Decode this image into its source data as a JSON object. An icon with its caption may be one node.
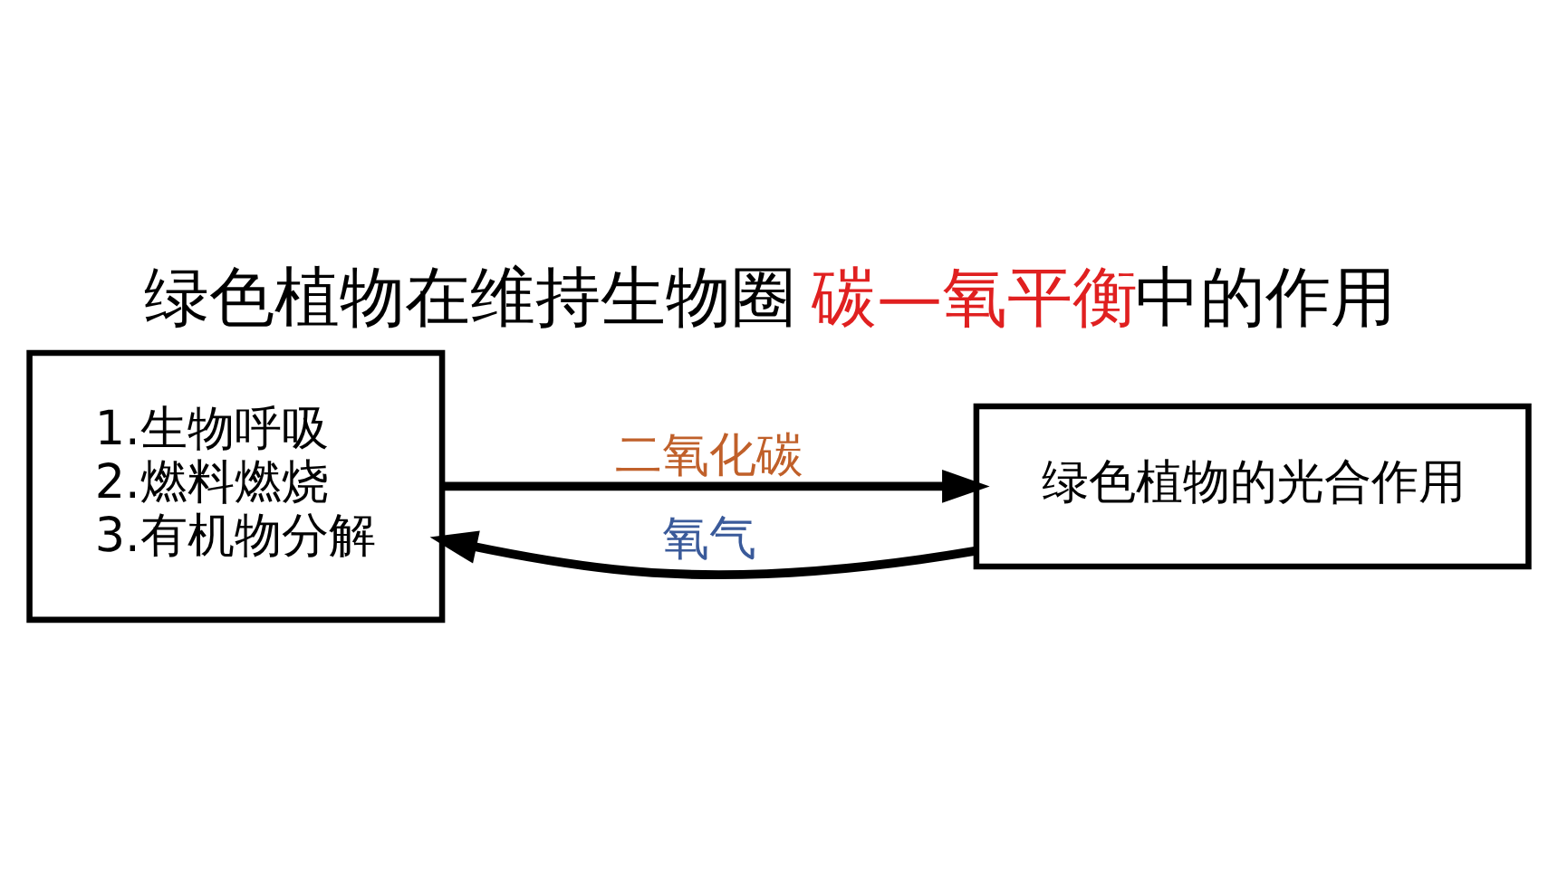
{
  "diagram": {
    "title": "绿色植物在维持生物圈 碳—氧平衡 中的作用",
    "nodes": [
      {
        "text": [
          "1.生物呼吸",
          "2.燃料燃烧",
          "3.有机物分解"
        ]
      },
      {
        "text": [
          "绿色植物的光合作用"
        ]
      }
    ],
    "edges": [
      {
        "from": 0,
        "to": 1,
        "arrow": "to",
        "label": "二氧化碳"
      },
      {
        "from": 1,
        "to": 0,
        "arrow": "to",
        "label": "氧气"
      }
    ]
  }
}
